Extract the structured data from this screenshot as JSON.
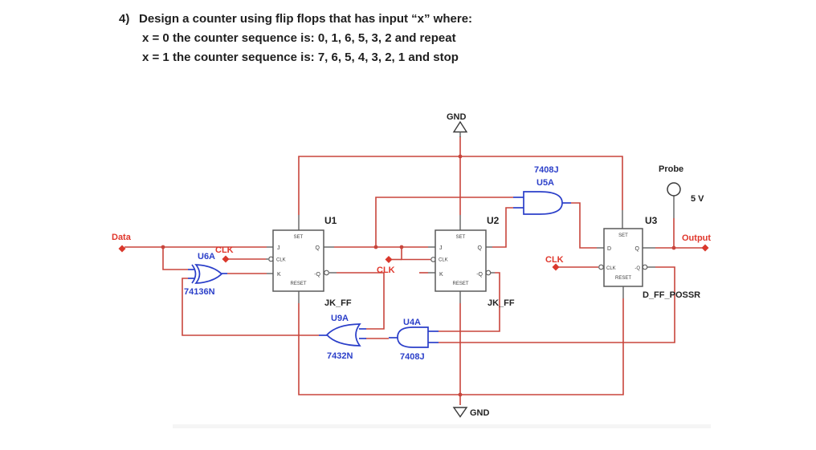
{
  "title": {
    "num": "4)",
    "line1": "Design a counter using flip flops that has input “x” where:",
    "line2": "x = 0 the counter sequence is: 0, 1, 6, 5, 3, 2 and repeat",
    "line3": "x = 1 the counter sequence is: 7, 6, 5, 4, 3, 2, 1 and stop"
  },
  "nets": {
    "data": "Data",
    "clk1": "CLK",
    "clk2": "CLK",
    "clk3": "CLK",
    "output": "Output",
    "gnd_top": "GND",
    "gnd_bottom": "GND"
  },
  "probe": {
    "label": "Probe",
    "voltage": "5 V"
  },
  "gates": {
    "u6a": {
      "ref": "U6A",
      "part": "74136N"
    },
    "u9a": {
      "ref": "U9A",
      "part": "7432N"
    },
    "u4a": {
      "ref": "U4A",
      "part": "7408J"
    },
    "u5a": {
      "part": "7408J",
      "ref": "U5A"
    }
  },
  "flipflops": {
    "u1": {
      "ref": "U1",
      "type": "JK_FF",
      "set": "SET",
      "reset": "RESET",
      "j": "J",
      "clk": "CLK",
      "k": "K",
      "q": "Q",
      "qn": "-Q"
    },
    "u2": {
      "ref": "U2",
      "type": "JK_FF",
      "set": "SET",
      "reset": "RESET",
      "j": "J",
      "clk": "CLK",
      "k": "K",
      "q": "Q",
      "qn": "-Q"
    },
    "u3": {
      "ref": "U3",
      "type": "D_FF_POSSR",
      "set": "SET",
      "reset": "RESET",
      "d": "D",
      "clk": "CLK",
      "q": "Q",
      "qn": "-Q"
    }
  },
  "colors": {
    "wire_red": "#c8453c",
    "net_label_red": "#e0372c",
    "component_blue": "#2b3fc9",
    "outline_gray": "#5a5a5a",
    "text_black": "#1f1f1f"
  }
}
